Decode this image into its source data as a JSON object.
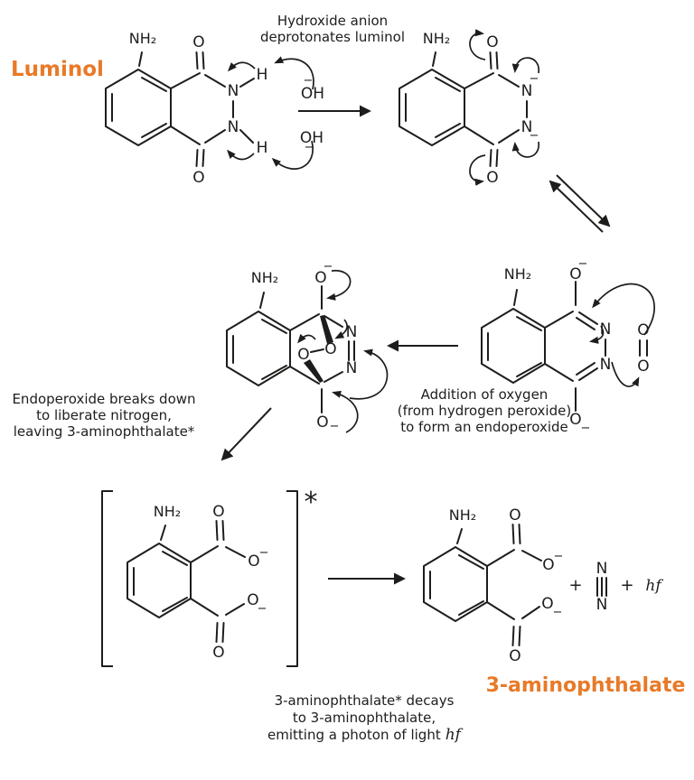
{
  "colors": {
    "accent": "#e87a28",
    "ink": "#1d1d1b",
    "background": "#ffffff"
  },
  "labels": {
    "luminol": "Luminol",
    "product": "3-aminophthalate"
  },
  "atoms": {
    "nh2": "NH₂",
    "o": "O",
    "n": "N",
    "h": "H",
    "oh": "OH",
    "minus": "−",
    "plus": "+",
    "asterisk": "*",
    "hf": "hf"
  },
  "captions": {
    "hydroxide_line1": "Hydroxide anion",
    "hydroxide_line2": "deprotonates luminol",
    "oxygen_line1": "Addition of oxygen",
    "oxygen_line2": "(from hydrogen peroxide)",
    "oxygen_line3": "to form an endoperoxide",
    "breakdown_line1": "Endoperoxide breaks down",
    "breakdown_line2": "to liberate nitrogen,",
    "breakdown_line3": "leaving 3-aminophthalate*",
    "decay_line1": "3-aminophthalate* decays",
    "decay_line2": "to 3-aminophthalate,",
    "decay_line3": "emitting a photon of light",
    "decay_hf": "hf"
  }
}
